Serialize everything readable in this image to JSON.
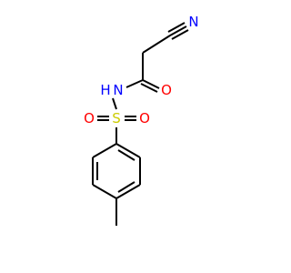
{
  "molecule": {
    "atoms": {
      "nitrile_n": {
        "symbol": "N",
        "color": "#0000ff"
      },
      "amide_n": {
        "symbol": "N",
        "color": "#0000ff"
      },
      "amide_h": {
        "symbol": "H",
        "color": "#0000ff"
      },
      "carbonyl_o": {
        "symbol": "O",
        "color": "#ff0000"
      },
      "sulfur": {
        "symbol": "S",
        "color": "#cccc00"
      },
      "sulfonyl_o_left": {
        "symbol": "O",
        "color": "#ff0000"
      },
      "sulfonyl_o_right": {
        "symbol": "O",
        "color": "#ff0000"
      }
    },
    "bond_color": "#000000"
  }
}
